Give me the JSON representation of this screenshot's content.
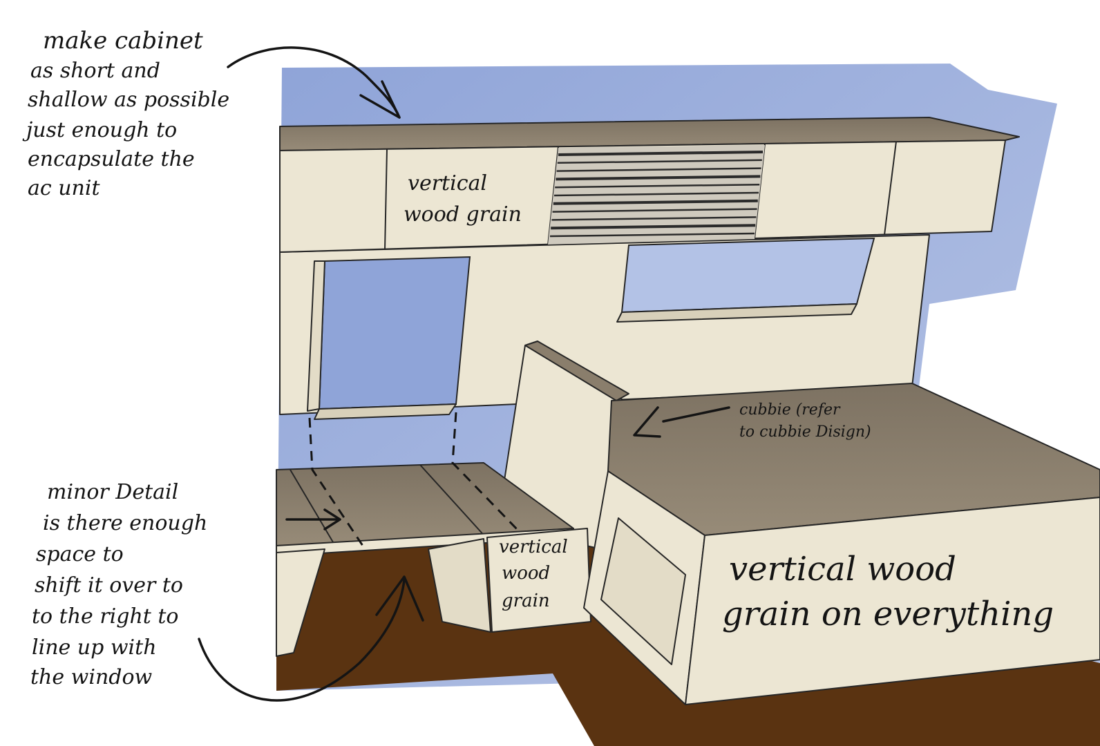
{
  "annotations": {
    "cabinet_note": {
      "lines": [
        "make cabinet",
        "as short and",
        "shallow as possible",
        "just enough to",
        "encapsulate the",
        "ac unit"
      ]
    },
    "upper_grain_note": {
      "lines": [
        "vertical",
        "wood grain"
      ]
    },
    "cubbie_note": {
      "lines": [
        "cubbie (refer",
        "to cubbie Disign)"
      ]
    },
    "minor_detail_note": {
      "lines": [
        "minor Detail",
        "is there enough",
        "space to",
        "shift it over to",
        "to the right to",
        "line up with",
        "the window"
      ]
    },
    "bench_grain_note": {
      "lines": [
        "vertical",
        "wood",
        "grain"
      ]
    },
    "everything_note": {
      "lines": [
        "vertical wood",
        "grain on everything"
      ]
    }
  },
  "colors": {
    "sky": "#9fb2de",
    "wood_face": "#ece6d3",
    "wood_top": "#8a7e6c",
    "floor": "#5a3311",
    "ink": "#141414"
  }
}
